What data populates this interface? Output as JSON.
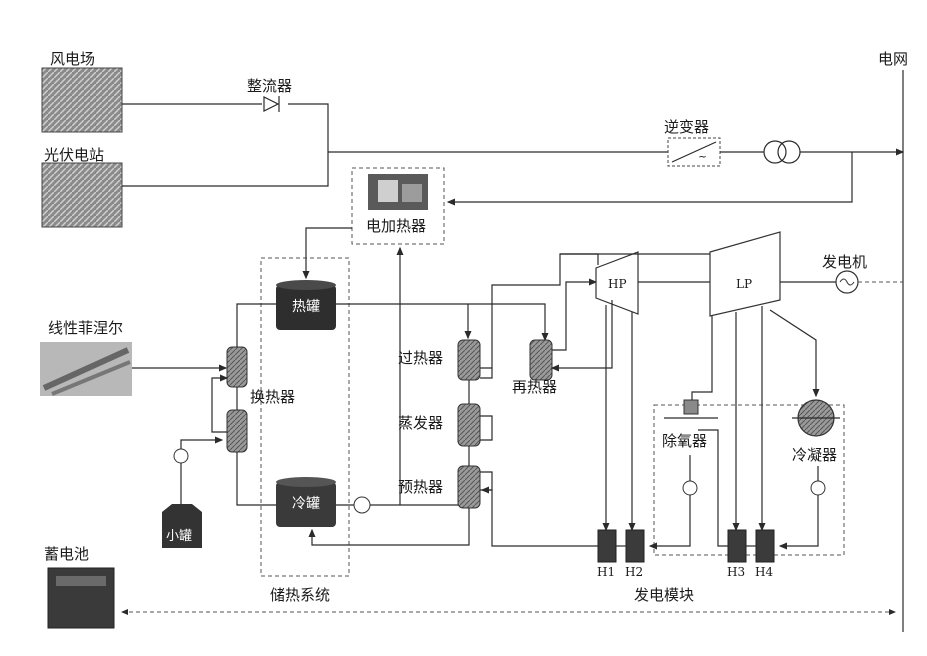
{
  "diagram": {
    "labels": {
      "wind_farm": "风电场",
      "pv_station": "光伏电站",
      "rectifier": "整流器",
      "inverter": "逆变器",
      "grid": "电网",
      "electric_heater": "电加热器",
      "hot_tank": "热罐",
      "cold_tank": "冷罐",
      "linear_fresnel": "线性菲涅尔",
      "heat_exchanger": "换热器",
      "small_tank": "小罐",
      "superheater": "过热器",
      "evaporator": "蒸发器",
      "preheater": "预热器",
      "reheater": "再热器",
      "hp_turbine": "HP",
      "lp_turbine": "LP",
      "generator": "发电机",
      "deaerator": "除氧器",
      "condenser": "冷凝器",
      "h1": "H1",
      "h2": "H2",
      "h3": "H3",
      "h4": "H4",
      "battery": "蓄电池",
      "thermal_storage_system": "储热系统",
      "power_module": "发电模块"
    },
    "colors": {
      "line": "#2b2b2b",
      "tank_dark": "#2e2e2e",
      "hx_fill": "#8a8a8a",
      "panel_fill": "#6f6f6f"
    }
  }
}
